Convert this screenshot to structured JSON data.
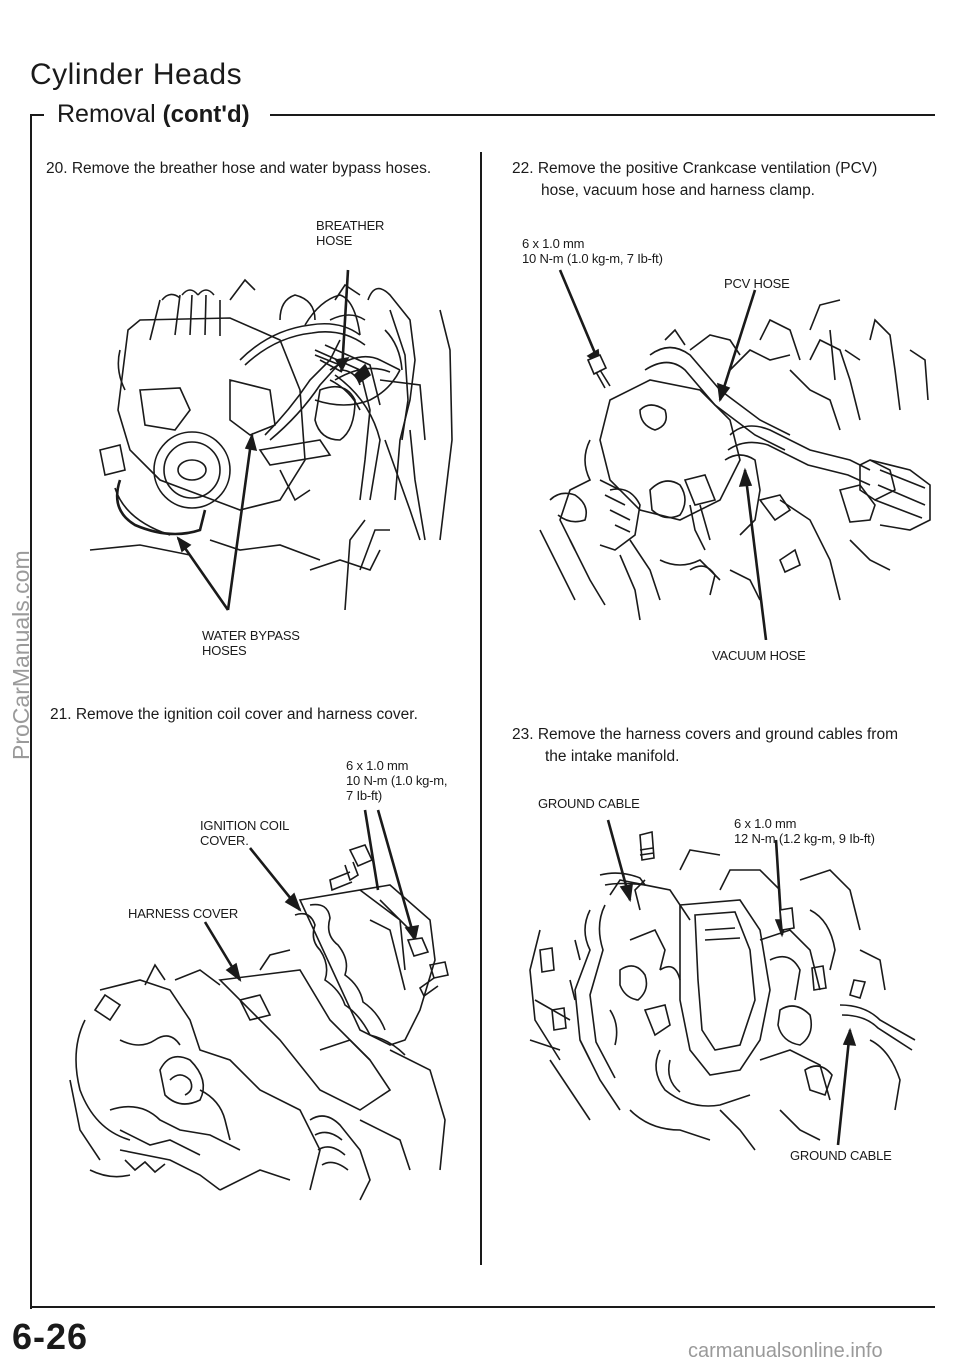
{
  "header": {
    "title": "Cylinder Heads",
    "subtitle": "Removal",
    "subtitle_suffix": "(cont'd)"
  },
  "steps": {
    "s20": "20. Remove the breather hose and water bypass hoses.",
    "s21": "21. Remove the ignition coil cover and harness cover.",
    "s22_line1": "22. Remove the positive Crankcase ventilation (PCV)",
    "s22_line2": "hose, vacuum hose and harness clamp.",
    "s23_line1": "23. Remove the harness covers and ground cables from",
    "s23_line2": "the intake manifold."
  },
  "fig20": {
    "breather_l1": "BREATHER",
    "breather_l2": "HOSE",
    "water_l1": "WATER BYPASS",
    "water_l2": "HOSES"
  },
  "fig21": {
    "bolt_l1": "6 x 1.0 mm",
    "bolt_l2": "10 N-m (1.0 kg-m,",
    "bolt_l3": "7 Ib-ft)",
    "coil_l1": "IGNITION COIL",
    "coil_l2": "COVER.",
    "harness": "HARNESS COVER"
  },
  "fig22": {
    "bolt_l1": "6 x 1.0 mm",
    "bolt_l2": "10 N-m (1.0 kg-m, 7 Ib-ft)",
    "pcv": "PCV HOSE",
    "vacuum": "VACUUM HOSE"
  },
  "fig23": {
    "ground_top": "GROUND CABLE",
    "bolt_l1": "6 x 1.0 mm",
    "bolt_l2": "12 N-m (1.2 kg-m, 9 Ib-ft)",
    "ground_bottom": "GROUND CABLE"
  },
  "footer": {
    "page_number": "6-26",
    "site": "carmanualsonline.info",
    "side_watermark": "ProCarManuals.com"
  }
}
